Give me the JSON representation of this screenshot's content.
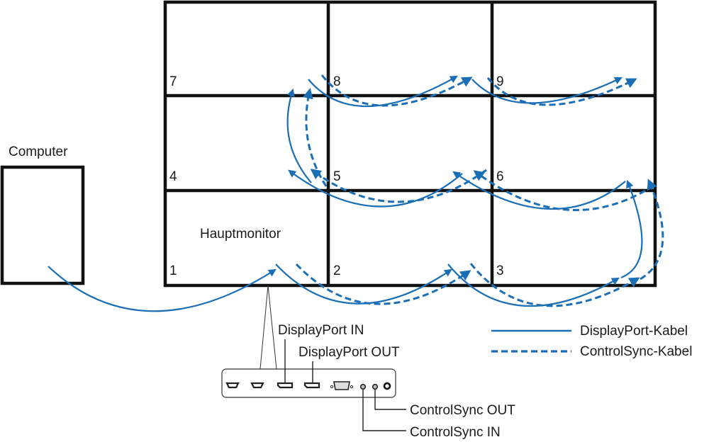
{
  "title": "Video wall daisy-chain connection (3x3)",
  "computer_label": "Computer",
  "main_monitor_label": "Hauptmonitor",
  "tiles": [
    {
      "id": "1",
      "label": "1"
    },
    {
      "id": "2",
      "label": "2"
    },
    {
      "id": "3",
      "label": "3"
    },
    {
      "id": "4",
      "label": "4"
    },
    {
      "id": "5",
      "label": "5"
    },
    {
      "id": "6",
      "label": "6"
    },
    {
      "id": "7",
      "label": "7"
    },
    {
      "id": "8",
      "label": "8"
    },
    {
      "id": "9",
      "label": "9"
    }
  ],
  "ports": {
    "displayport_in": "DisplayPort IN",
    "displayport_out": "DisplayPort OUT",
    "controlsync_out": "ControlSync OUT",
    "controlsync_in": "ControlSync IN"
  },
  "legend": {
    "displayport_cable": "DisplayPort-Kabel",
    "controlsync_cable": "ControlSync-Kabel"
  },
  "colors": {
    "cable": "#1a6eb5",
    "frame": "#111111"
  },
  "chain_order": [
    "1",
    "2",
    "3",
    "6",
    "5",
    "4",
    "7",
    "8",
    "9"
  ]
}
